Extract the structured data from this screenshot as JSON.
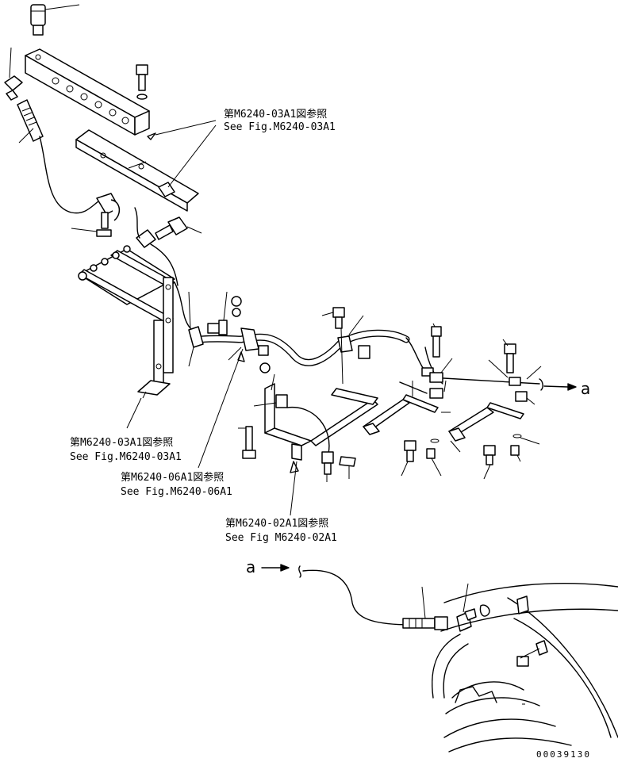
{
  "references": [
    {
      "jp": "第M6240-03A1図参照",
      "en": "See Fig.M6240-03A1"
    },
    {
      "jp": "第M6240-03A1図参照",
      "en": "See Fig.M6240-03A1"
    },
    {
      "jp": "第M6240-06A1図参照",
      "en": "See Fig.M6240-06A1"
    },
    {
      "jp": "第M6240-02A1図参照",
      "en": "See Fig M6240-02A1"
    }
  ],
  "continuation": {
    "out_label": "a",
    "in_label": "a"
  },
  "drawing_number": "00039130"
}
